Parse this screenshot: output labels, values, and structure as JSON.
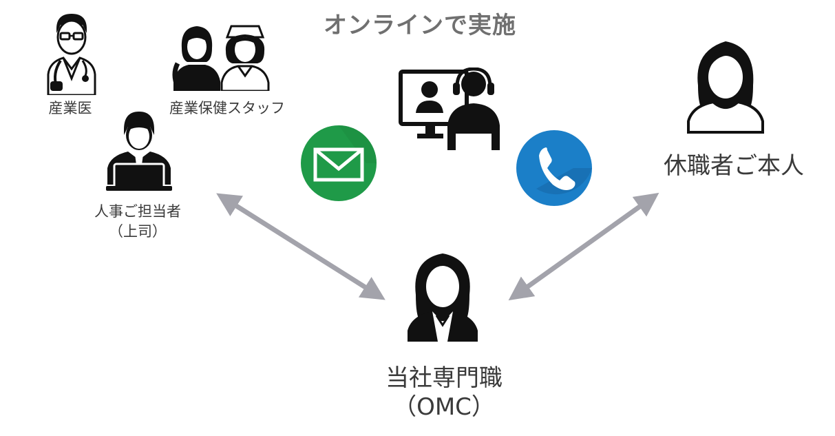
{
  "title": "オンラインで実施",
  "participants": {
    "doctor": {
      "label": "産業医",
      "icon": "doctor-icon"
    },
    "health_staff": {
      "label": "産業保健スタッフ",
      "icon": "health-staff-icon"
    },
    "hr": {
      "label_line1": "人事ご担当者",
      "label_line2": "（上司）",
      "icon": "office-worker-icon"
    },
    "employee": {
      "label": "休職者ご本人",
      "icon": "woman-icon"
    },
    "omc": {
      "label_line1": "当社専門職",
      "label_line2": "（OMC）",
      "icon": "professional-woman-icon"
    }
  },
  "channels": {
    "mail": {
      "icon": "mail-icon",
      "color": "#1f9a48"
    },
    "video": {
      "icon": "video-call-icon"
    },
    "phone": {
      "icon": "phone-icon",
      "color": "#1b7fc8"
    }
  },
  "connectors": {
    "color": "#a3a3ab",
    "icons": [
      "double-arrow-left",
      "double-arrow-right"
    ]
  }
}
